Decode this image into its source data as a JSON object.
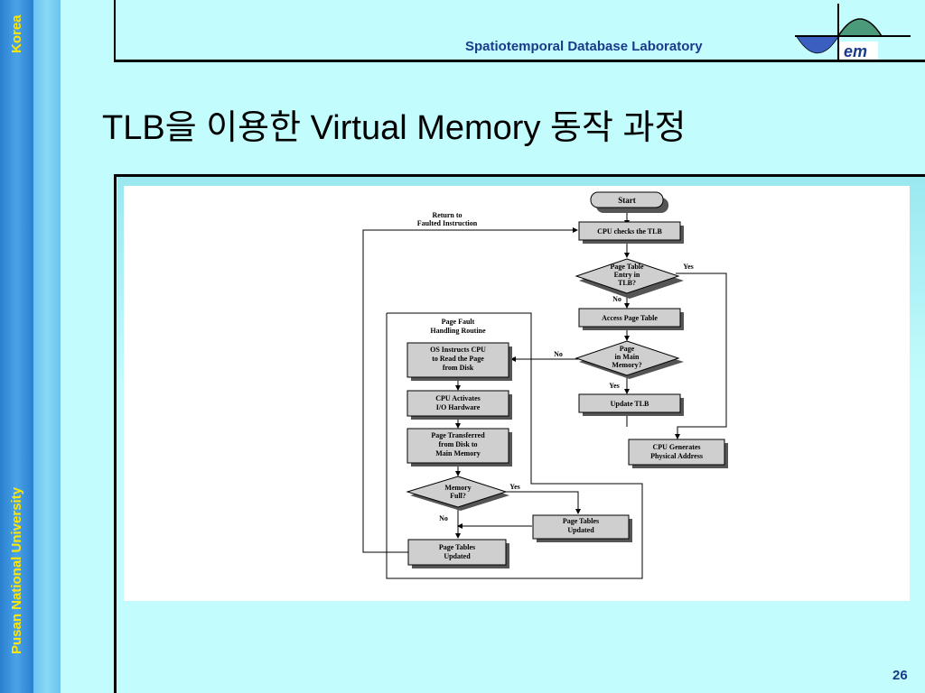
{
  "sidebar": {
    "top_label": "Korea",
    "bottom_label": "Pusan National University"
  },
  "header": {
    "lab_name": "Spatiotemporal Database Laboratory",
    "logo_text": "em"
  },
  "slide": {
    "title": "TLB을 이용한 Virtual Memory 동작 과정",
    "page_number": "26"
  },
  "flowchart": {
    "start": "Start",
    "return_label": [
      "Return to",
      "Faulted Instruction"
    ],
    "cpu_checks": "CPU checks the TLB",
    "page_table_entry": [
      "Page Table",
      "Entry in",
      "TLB?"
    ],
    "yes1": "Yes",
    "no1": "No",
    "access_page_table": "Access Page Table",
    "routine_title": [
      "Page Fault",
      "Handling Routine"
    ],
    "os_instructs": [
      "OS Instructs CPU",
      "to Read the Page",
      "from Disk"
    ],
    "no2": "No",
    "page_in_main": [
      "Page",
      "in Main",
      "Memory?"
    ],
    "yes2": "Yes",
    "update_tlb": "Update TLB",
    "cpu_activates": [
      "CPU Activates",
      "I/O Hardware"
    ],
    "page_transferred": [
      "Page Transferred",
      "from Disk to",
      "Main Memory"
    ],
    "cpu_generates": [
      "CPU Generates",
      "Physical Address"
    ],
    "memory_full": [
      "Memory",
      "Full?"
    ],
    "yes3": "Yes",
    "no3": "No",
    "page_tables_updated_right": [
      "Page Tables",
      "Updated"
    ],
    "page_tables_updated_left": [
      "Page Tables",
      "Updated"
    ]
  }
}
